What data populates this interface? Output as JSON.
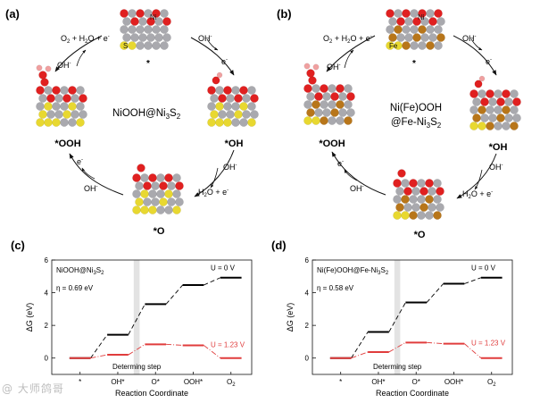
{
  "panels": {
    "a": {
      "label": "(a)",
      "center_text": "NiOOH@Ni",
      "center_sub": "3",
      "center_text2": "S",
      "center_sub2": "2",
      "states": {
        "top": "*",
        "right": "*OH",
        "bottom": "*O",
        "left": "*OOH"
      },
      "atom_labels": {
        "ni": "Ni",
        "s": "S"
      },
      "steps": {
        "s1_reactant": "OH",
        "s1_sup": "-",
        "s1_product": "e",
        "s1_prod_sup": "-",
        "s2_reactant": "OH",
        "s2_sup": "-",
        "s2_product": "H2O + e",
        "s2_prod_sup": "-",
        "s3_reactant": "OH",
        "s3_sup": "-",
        "s3_product": "e",
        "s3_prod_sup": "-",
        "s4_reactant": "OH",
        "s4_sup": "-",
        "s4_product": "O2 + H2O + e",
        "s4_prod_sup": "-"
      }
    },
    "b": {
      "label": "(b)",
      "center_line1": "Ni(Fe)OOH",
      "center_line2": "@Fe-Ni",
      "center_sub": "3",
      "center_text2": "S",
      "center_sub2": "2",
      "states": {
        "top": "*",
        "right": "*OH",
        "bottom": "*O",
        "left": "*OOH"
      },
      "atom_labels": {
        "ni": "Ni",
        "fe": "Fe"
      },
      "steps": {
        "s1_reactant": "OH",
        "s1_sup": "-",
        "s1_product": "e",
        "s1_prod_sup": "-",
        "s2_reactant": "OH",
        "s2_sup": "-",
        "s2_product": "H2O + e",
        "s2_prod_sup": "-",
        "s3_reactant": "OH",
        "s3_sup": "-",
        "s3_product": "e",
        "s3_prod_sup": "-",
        "s4_reactant": "OH",
        "s4_sup": "-",
        "s4_product": "O2 + H2O + e",
        "s4_prod_sup": "-"
      }
    }
  },
  "colors": {
    "black_line": "#000000",
    "red_line": "#e03c3c",
    "shade": "#e3e3e3",
    "oxygen": "#e02020",
    "hydrogen": "#f0a0a0",
    "nickel": "#a9a9ae",
    "sulfur": "#e8d830",
    "iron": "#b8761a"
  },
  "chart_data": [
    {
      "type": "line",
      "panel_label": "(c)",
      "legend_title": "NiOOH@Ni3S2",
      "legend_title_parts": [
        "NiOOH@Ni",
        "3",
        "S",
        "2"
      ],
      "eta": "η = 0.69 eV",
      "categories": [
        "*",
        "OH*",
        "O*",
        "OOH*",
        "O2"
      ],
      "category_labels": [
        "*",
        "OH*",
        "O*",
        "OOH*",
        "O"
      ],
      "category_subs": [
        "",
        "",
        "",
        "",
        "2"
      ],
      "series": [
        {
          "name": "U = 0 V",
          "values": [
            0,
            1.43,
            3.3,
            4.47,
            4.92
          ]
        },
        {
          "name": "U = 1.23 V",
          "values": [
            0,
            0.2,
            0.84,
            0.78,
            0
          ]
        }
      ],
      "xlabel": "Reaction Coordinate",
      "ylabel": "ΔG (eV)",
      "ylim": [
        -1,
        6
      ],
      "yticks": [
        0,
        2,
        4,
        6
      ],
      "shaded_step": "OH* → O*",
      "shaded_label": "Determing step"
    },
    {
      "type": "line",
      "panel_label": "(d)",
      "legend_title": "Ni(Fe)OOH@Fe-Ni3S2",
      "legend_title_parts": [
        "Ni(Fe)OOH@Fe-Ni",
        "3",
        "S",
        "2"
      ],
      "eta": "η = 0.58 eV",
      "categories": [
        "*",
        "OH*",
        "O*",
        "OOH*",
        "O2"
      ],
      "category_labels": [
        "*",
        "OH*",
        "O*",
        "OOH*",
        "O"
      ],
      "category_subs": [
        "",
        "",
        "",
        "",
        "2"
      ],
      "series": [
        {
          "name": "U = 0 V",
          "values": [
            0,
            1.6,
            3.4,
            4.55,
            4.92
          ]
        },
        {
          "name": "U = 1.23 V",
          "values": [
            0,
            0.37,
            0.95,
            0.88,
            0
          ]
        }
      ],
      "xlabel": "Reaction Coordinate",
      "ylabel": "ΔG (eV)",
      "ylim": [
        -1,
        6
      ],
      "yticks": [
        0,
        2,
        4,
        6
      ],
      "shaded_step": "OH* → O*",
      "shaded_label": "Determing step"
    }
  ],
  "watermark": "@ 大师鸽哥"
}
